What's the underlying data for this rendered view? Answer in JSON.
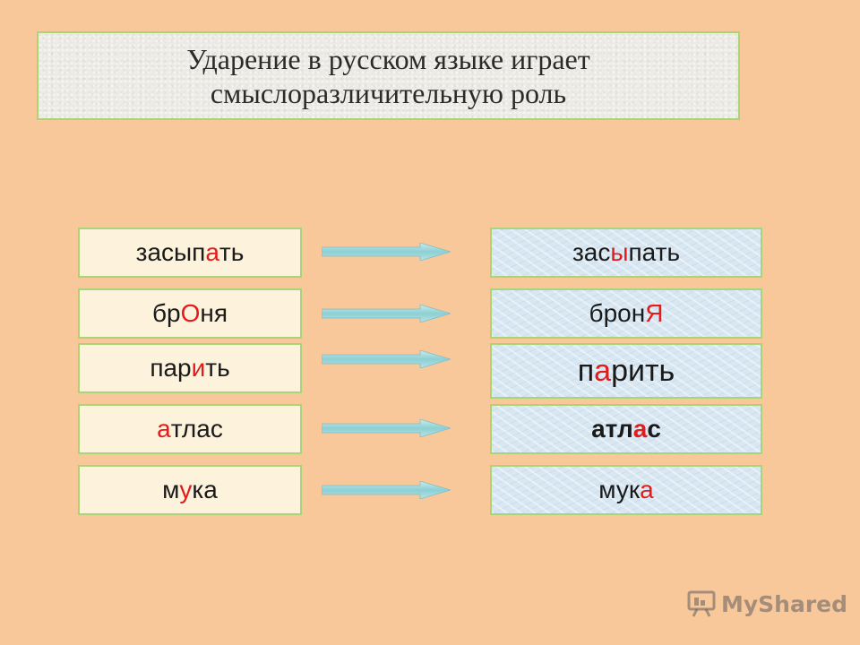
{
  "title": {
    "line1": "Ударение в русском языке играет",
    "line2": "смыслоразличительную роль"
  },
  "pairs": [
    {
      "left": {
        "pre": "засып",
        "stress": "а",
        "post": "ть"
      },
      "right": {
        "pre": "зас",
        "stress": "ы",
        "post": "пать"
      }
    },
    {
      "left": {
        "pre": "бр",
        "stress": "О",
        "post": "ня"
      },
      "right": {
        "pre": "брон",
        "stress": "Я",
        "post": ""
      }
    },
    {
      "left": {
        "pre": "пар",
        "stress": "и",
        "post": "ть"
      },
      "right": {
        "pre": "п",
        "stress": "а",
        "post": "рить"
      }
    },
    {
      "left": {
        "pre": "",
        "stress": "а",
        "post": "тлас"
      },
      "right": {
        "pre": "атл",
        "stress": "а",
        "post": "с"
      }
    },
    {
      "left": {
        "pre": "м",
        "stress": "у",
        "post": "ка"
      },
      "right": {
        "pre": "мук",
        "stress": "а",
        "post": ""
      }
    }
  ],
  "watermark": {
    "text": "MyShared"
  },
  "colors": {
    "background": "#f9c89a",
    "stress": "#e21b1b",
    "border": "#a9d477",
    "arrow": "#9fd3d6"
  }
}
